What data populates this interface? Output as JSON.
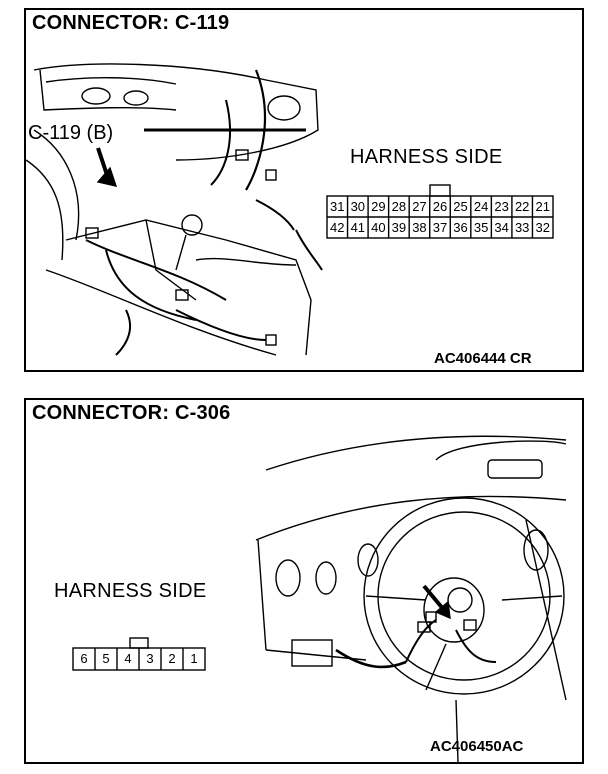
{
  "panels": [
    {
      "title": "CONNECTOR: C-119",
      "callout": "C-119 (B)",
      "harness_label": "HARNESS SIDE",
      "pins_top": [
        "31",
        "30",
        "29",
        "28",
        "27",
        "26",
        "25",
        "24",
        "23",
        "22",
        "21"
      ],
      "pins_bottom": [
        "42",
        "41",
        "40",
        "39",
        "38",
        "37",
        "36",
        "35",
        "34",
        "33",
        "32"
      ],
      "code": "AC406444 CR"
    },
    {
      "title": "CONNECTOR: C-306",
      "harness_label": "HARNESS SIDE",
      "pins": [
        "6",
        "5",
        "4",
        "3",
        "2",
        "1"
      ],
      "code": "AC406450AC"
    }
  ]
}
